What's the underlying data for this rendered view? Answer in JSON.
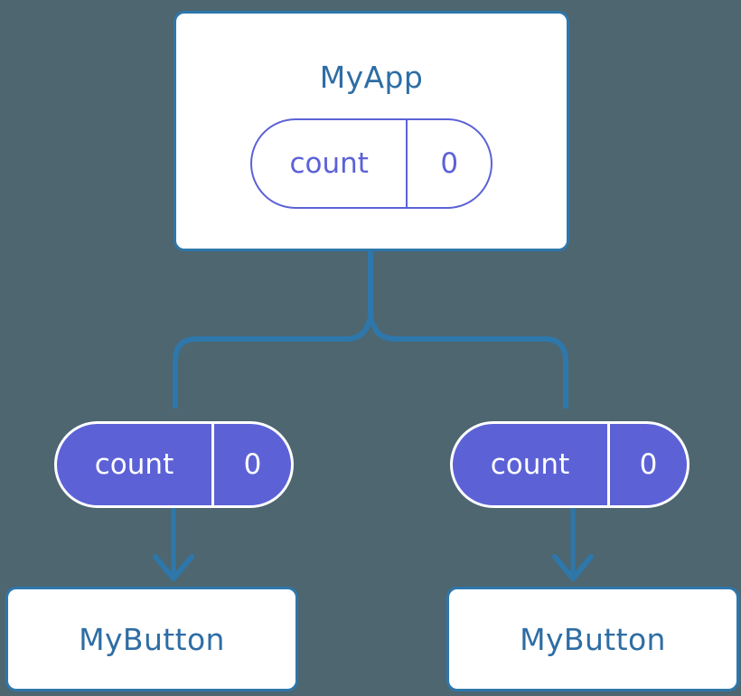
{
  "diagram": {
    "type": "component-state-tree",
    "background_color": "#4d6670",
    "edge_color": "#2e77ab",
    "component_border_color": "#2e77ab",
    "component_title_color": "#2e6da4",
    "state_accent_color": "#5c62d6",
    "root": {
      "title": "MyApp",
      "state": {
        "key": "count",
        "value": "0"
      }
    },
    "children": [
      {
        "state": {
          "key": "count",
          "value": "0"
        },
        "title": "MyButton"
      },
      {
        "state": {
          "key": "count",
          "value": "0"
        },
        "title": "MyButton"
      }
    ]
  }
}
